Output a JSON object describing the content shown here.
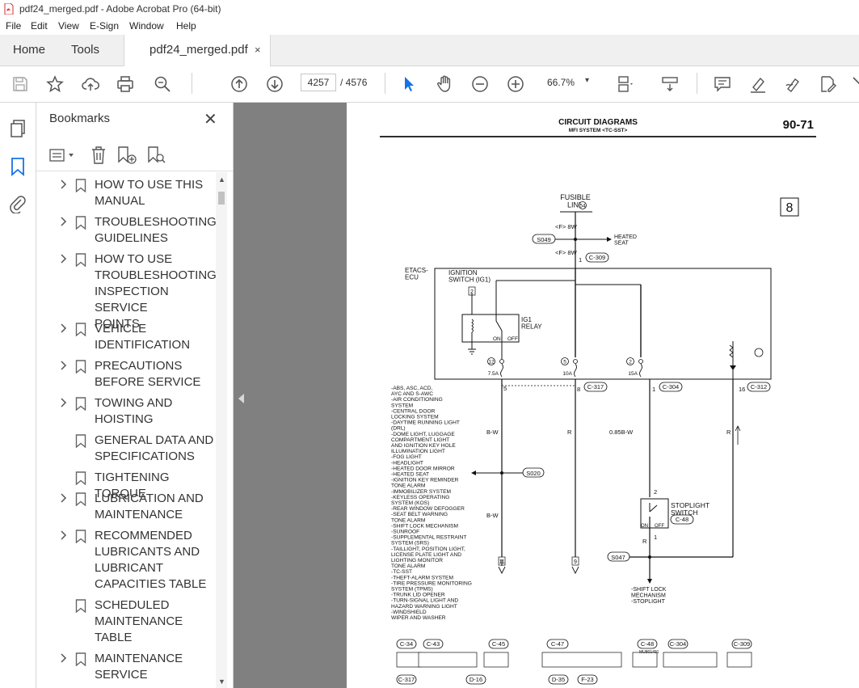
{
  "window": {
    "title": "pdf24_merged.pdf - Adobe Acrobat Pro (64-bit)"
  },
  "menu": [
    "File",
    "Edit",
    "View",
    "E-Sign",
    "Window",
    "Help"
  ],
  "tabs": {
    "home": "Home",
    "tools": "Tools",
    "document": "pdf24_merged.pdf",
    "close_glyph": "×"
  },
  "toolbar": {
    "page_current": "4257",
    "page_total": "/ 4576",
    "zoom": "66.7%"
  },
  "bookmarks": {
    "title": "Bookmarks",
    "close_glyph": "✕",
    "items": [
      {
        "label": "HOW TO USE THIS\nMANUAL",
        "expandable": true
      },
      {
        "label": "TROUBLESHOOTING\nGUIDELINES",
        "expandable": true
      },
      {
        "label": "HOW TO USE\nTROUBLESHOOTING/\nINSPECTION SERVICE\nPOINTS",
        "expandable": true
      },
      {
        "label": "VEHICLE\nIDENTIFICATION",
        "expandable": true
      },
      {
        "label": "PRECAUTIONS\nBEFORE SERVICE",
        "expandable": true
      },
      {
        "label": "TOWING AND\nHOISTING",
        "expandable": true
      },
      {
        "label": "GENERAL DATA AND\nSPECIFICATIONS",
        "expandable": false
      },
      {
        "label": "TIGHTENING TORQUE",
        "expandable": false
      },
      {
        "label": "LUBRICATION AND\nMAINTENANCE",
        "expandable": true
      },
      {
        "label": "RECOMMENDED\nLUBRICANTS AND\nLUBRICANT\nCAPACITIES TABLE",
        "expandable": true
      },
      {
        "label": "SCHEDULED\nMAINTENANCE\nTABLE",
        "expandable": false
      },
      {
        "label": "MAINTENANCE\nSERVICE",
        "expandable": true
      }
    ]
  },
  "document": {
    "header_title": "CIRCUIT DIAGRAMS",
    "header_subtitle": "MFI SYSTEM <TC-SST>",
    "page_number": "90-71",
    "sheet_number": "8",
    "fusible_link": "FUSIBLE\nLINK",
    "fusible_num": "54",
    "wire_8w_top": "<F> 8W",
    "wire_8w_bottom": "<F> 8W",
    "s049": "S049",
    "heated_seat": "HEATED\nSEAT",
    "c309_pin": "1",
    "c309": "C-309",
    "etacs": "ETACS-\nECU",
    "ign_switch": "IGNITION\nSWITCH (IG1)",
    "relay_pin": "2",
    "ig1_relay": "IG1\nRELAY",
    "relay_on": "ON",
    "relay_off": "OFF",
    "fuses": [
      {
        "num": "12",
        "amp": "7.5A"
      },
      {
        "num": "5",
        "amp": "10A"
      },
      {
        "num": "2",
        "amp": "15A"
      }
    ],
    "pin5": "5",
    "pin8": "8",
    "c317": "C-317",
    "pin1": "1",
    "c304": "C-304",
    "pin16": "16",
    "c312": "C-312",
    "wire_bw": "B-W",
    "wire_r": "R",
    "wire_085bw": "0.85B-W",
    "wire_r2": "R",
    "wire_bw2": "B-W",
    "wire_r3": "R",
    "s020": "S020",
    "s047": "S047",
    "stoplight_pin_top": "2",
    "stoplight_pin_bottom": "1",
    "stoplight": "STOPLIGHT\nSWITCH",
    "c48": "C-48",
    "sw_on": "ON",
    "sw_off": "OFF",
    "conn11": "11",
    "conn9": "9",
    "shift_lock": "-SHIFT LOCK\nMECHANISM\n-STOPLIGHT",
    "systems": [
      "-ABS, ASC, ACD,",
      "AYC AND S-AWC",
      "-AIR CONDITIONING",
      "SYSTEM",
      "-CENTRAL DOOR",
      "LOCKING SYSTEM",
      "-DAYTIME RUNNING LIGHT",
      "(DRL)",
      "-DOME LIGHT, LUGGAGE",
      "COMPARTMENT LIGHT",
      "AND IGNITION KEY HOLE",
      "ILLUMINATION LIGHT",
      "-FOG LIGHT",
      "-HEADLIGHT",
      "-HEATED DOOR MIRROR",
      "-HEATED SEAT",
      "-IGNITION KEY REMINDER",
      "TONE ALARM",
      "-IMMOBILIZER SYSTEM",
      "-KEYLESS OPERATING",
      "SYSTEM (KOS)",
      "-REAR WINDOW DEFOGGER",
      "-SEAT BELT WARNING",
      "TONE ALARM",
      "-SHIFT LOCK MECHANISM",
      "-SUNROOF",
      "-SUPPLEMENTAL RESTRAINT",
      "SYSTEM (SRS)",
      "-TAILLIGHT, POSITION LIGHT,",
      "LICENSE PLATE LIGHT AND",
      "LIGHTING MONITOR",
      "TONE ALARM",
      "-TC-SST",
      "-THEFT-ALARM SYSTEM",
      "-TIRE PRESSURE MONITORING",
      "SYSTEM (TPMS)",
      "-TRUNK LID OPENER",
      "-TURN-SIGNAL LIGHT AND",
      "HAZARD WARNING LIGHT",
      "-WINDSHIELD",
      "WIPER AND WASHER"
    ],
    "bottom_connectors": [
      "C-34",
      "C-43",
      "C-45",
      "C-47",
      "C-48",
      "C-304",
      "C-309"
    ],
    "bottom_connectors_row2": [
      "C-317",
      "D-16",
      "D-35",
      "F-23"
    ],
    "mu_label": "MU801491"
  }
}
